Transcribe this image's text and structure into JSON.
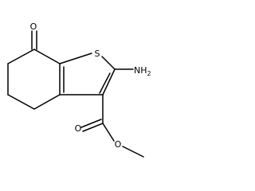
{
  "molecule": {
    "atoms": {
      "ketone_oxygen": "O",
      "sulfur": "S",
      "amine": "NH2",
      "carbonyl_oxygen": "O",
      "ester_oxygen": "O"
    }
  }
}
